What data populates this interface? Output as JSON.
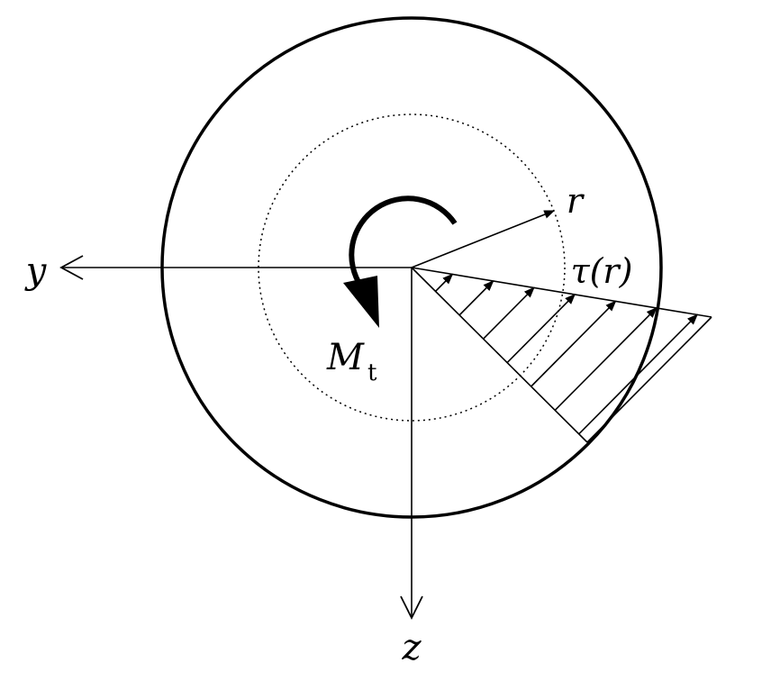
{
  "labels": {
    "y_axis": "y",
    "z_axis": "z",
    "radius": "r",
    "shear_stress": "τ(r)",
    "torque_main": "M",
    "torque_sub": "t"
  },
  "colors": {
    "ink": "#000000",
    "background": "#ffffff"
  }
}
